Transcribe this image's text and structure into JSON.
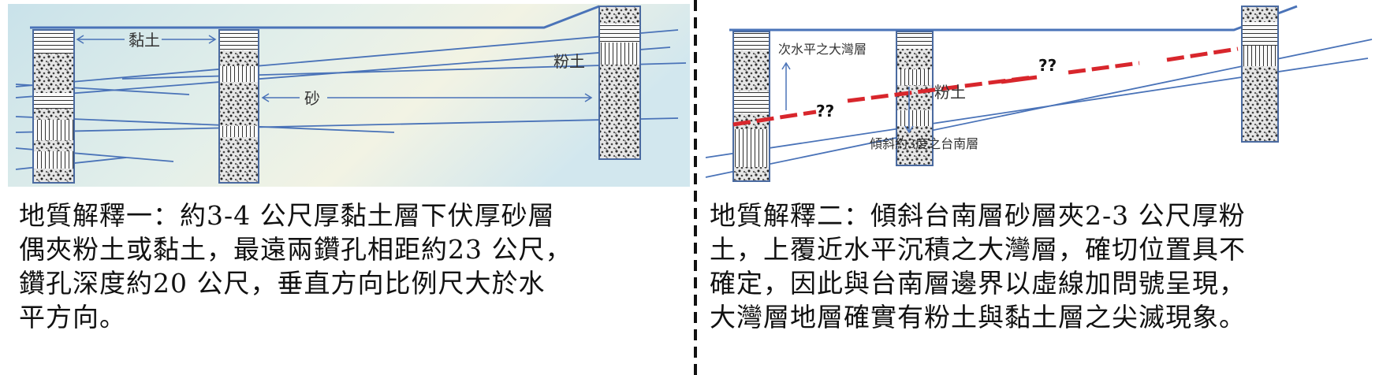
{
  "left_panel": {
    "labels": {
      "clay": "黏土",
      "silt": "粉土",
      "sand": "砂"
    },
    "caption_lines": [
      "地質解釋一：約3-4 公尺厚黏土層下伏厚砂層",
      "偶夾粉土或黏土，最遠兩鑽孔相距約23 公尺，",
      "鑽孔深度約20 公尺，垂直方向比例尺大於水",
      "平方向。"
    ]
  },
  "right_panel": {
    "labels": {
      "upper_layer": "次水平之大灣層",
      "question_1": "??",
      "question_2": "??",
      "silt": "粉土",
      "lower_layer": "傾斜約3度之台南層"
    },
    "caption_lines": [
      "地質解釋二：傾斜台南層砂層夾2-3 公尺厚粉",
      "土，上覆近水平沉積之大灣層，確切位置具不",
      "確定，因此與台南層邊界以虛線加問號呈現，",
      "大灣層地層確實有粉土與黏土層之尖滅現象。"
    ]
  },
  "colors": {
    "line_blue": "#4a73b8",
    "dashed_red": "#d8262c",
    "borehole_border": "#4a6aa0"
  }
}
